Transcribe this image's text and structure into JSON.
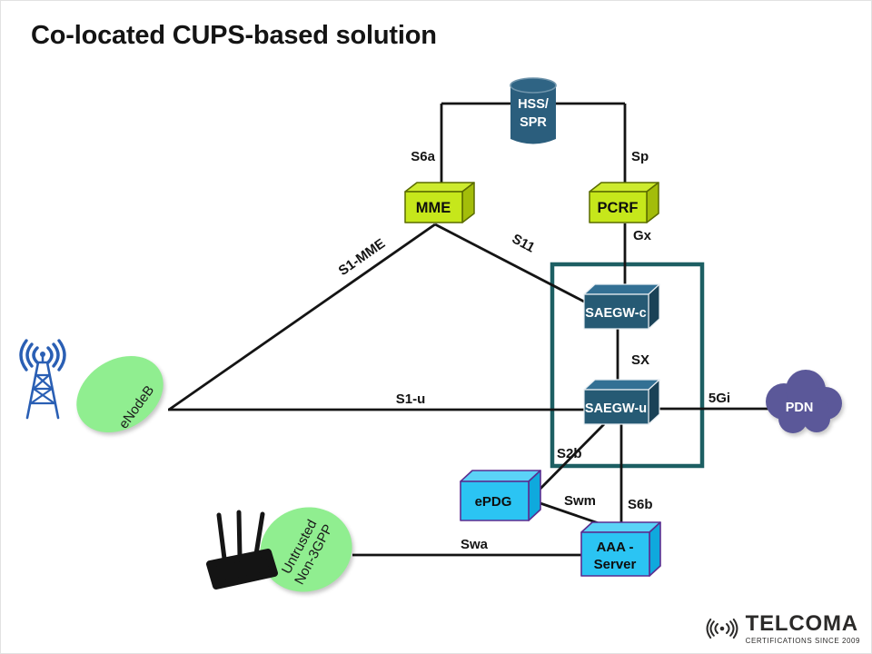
{
  "title": "Co-located CUPS-based solution",
  "nodes": {
    "hss": {
      "line1": "HSS/",
      "line2": "SPR"
    },
    "mme": {
      "label": "MME"
    },
    "pcrf": {
      "label": "PCRF"
    },
    "saegw_c": {
      "label": "SAEGW-c"
    },
    "saegw_u": {
      "label": "SAEGW-u"
    },
    "epdg": {
      "label": "ePDG"
    },
    "aaa_server": {
      "line1": "AAA -",
      "line2": "Server"
    },
    "pdn": {
      "label": "PDN"
    },
    "enodeb": {
      "label": "eNodeB"
    },
    "untrusted": {
      "line1": "Untrusted",
      "line2": "Non-3GPP"
    }
  },
  "interface_labels": {
    "s6a": "S6a",
    "sp": "Sp",
    "gx": "Gx",
    "s1_mme": "S1-MME",
    "s11": "S11",
    "s1_u": "S1-u",
    "sx": "SX",
    "fivegi": "5Gi",
    "s2b": "S2b",
    "swm": "Swm",
    "s6b": "S6b",
    "swa": "Swa"
  },
  "logo": {
    "brand": "TELCOMA",
    "tagline": "CERTIFICATIONS SINCE 2009"
  },
  "colors": {
    "node_green": "#c6e71b",
    "node_teal": "#265a74",
    "node_cyan": "#2bc4f3",
    "cloud_purple": "#5b5899",
    "ellipse_green": "#90ee90",
    "container_border": "#1d5f63",
    "line": "#141414",
    "tower_blue": "#2a5fb4"
  }
}
